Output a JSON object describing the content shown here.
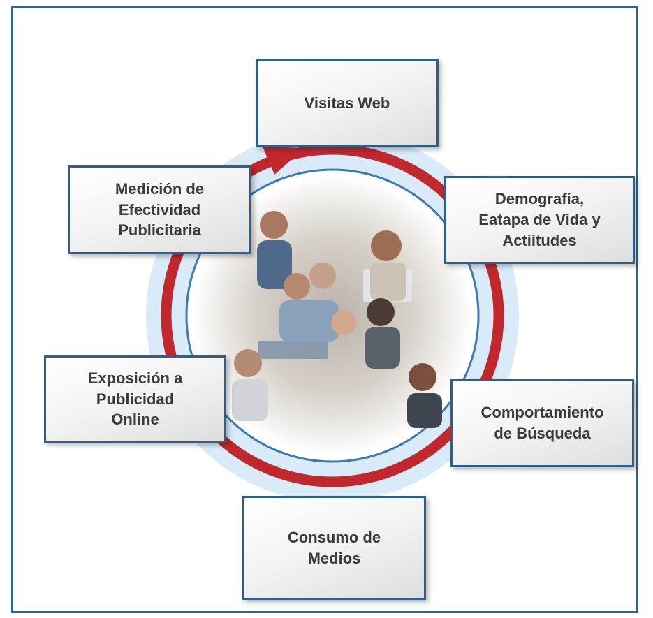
{
  "diagram": {
    "center_image": "collage of people using computers",
    "nodes": [
      {
        "id": "visitas",
        "lines": [
          "Visitas Web"
        ]
      },
      {
        "id": "demografia",
        "lines": [
          "Demografía,",
          "Eatapa de Vida y",
          "Actiitudes"
        ]
      },
      {
        "id": "comportamiento",
        "lines": [
          "Comportamiento",
          "de Búsqueda"
        ]
      },
      {
        "id": "consumo",
        "lines": [
          "Consumo de",
          "Medios"
        ]
      },
      {
        "id": "exposicion",
        "lines": [
          "Exposición a",
          "Publicidad",
          "Online"
        ]
      },
      {
        "id": "medicion",
        "lines": [
          "Medición de",
          "Efectividad",
          "Publicitaria"
        ]
      }
    ],
    "colors": {
      "frame": "#2f6590",
      "box_border": "#2e5f8a",
      "ring_light": "#d9eaf8",
      "ring_red": "#c0282e",
      "text": "#3a3a3a"
    }
  }
}
